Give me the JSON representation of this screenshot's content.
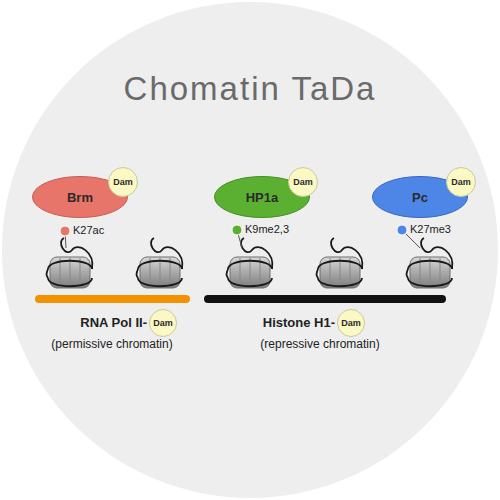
{
  "diagram": {
    "title": "Chomatin TaDa",
    "nodes": [
      {
        "text": [
          "Brm"
        ]
      },
      {
        "text": [
          "Dam"
        ]
      },
      {
        "text": [
          "HP1a"
        ]
      },
      {
        "text": [
          "Dam"
        ]
      },
      {
        "text": [
          "Pc"
        ]
      },
      {
        "text": [
          "Dam"
        ]
      },
      {
        "text": [
          "Dam"
        ]
      },
      {
        "text": [
          "Dam"
        ]
      }
    ],
    "labels": [
      "K27ac",
      "K9me2,3",
      "K27me3",
      "RNA Pol II-",
      "(permissive chromatin)",
      "Histone H1-",
      "(repressive chromatin)"
    ]
  }
}
